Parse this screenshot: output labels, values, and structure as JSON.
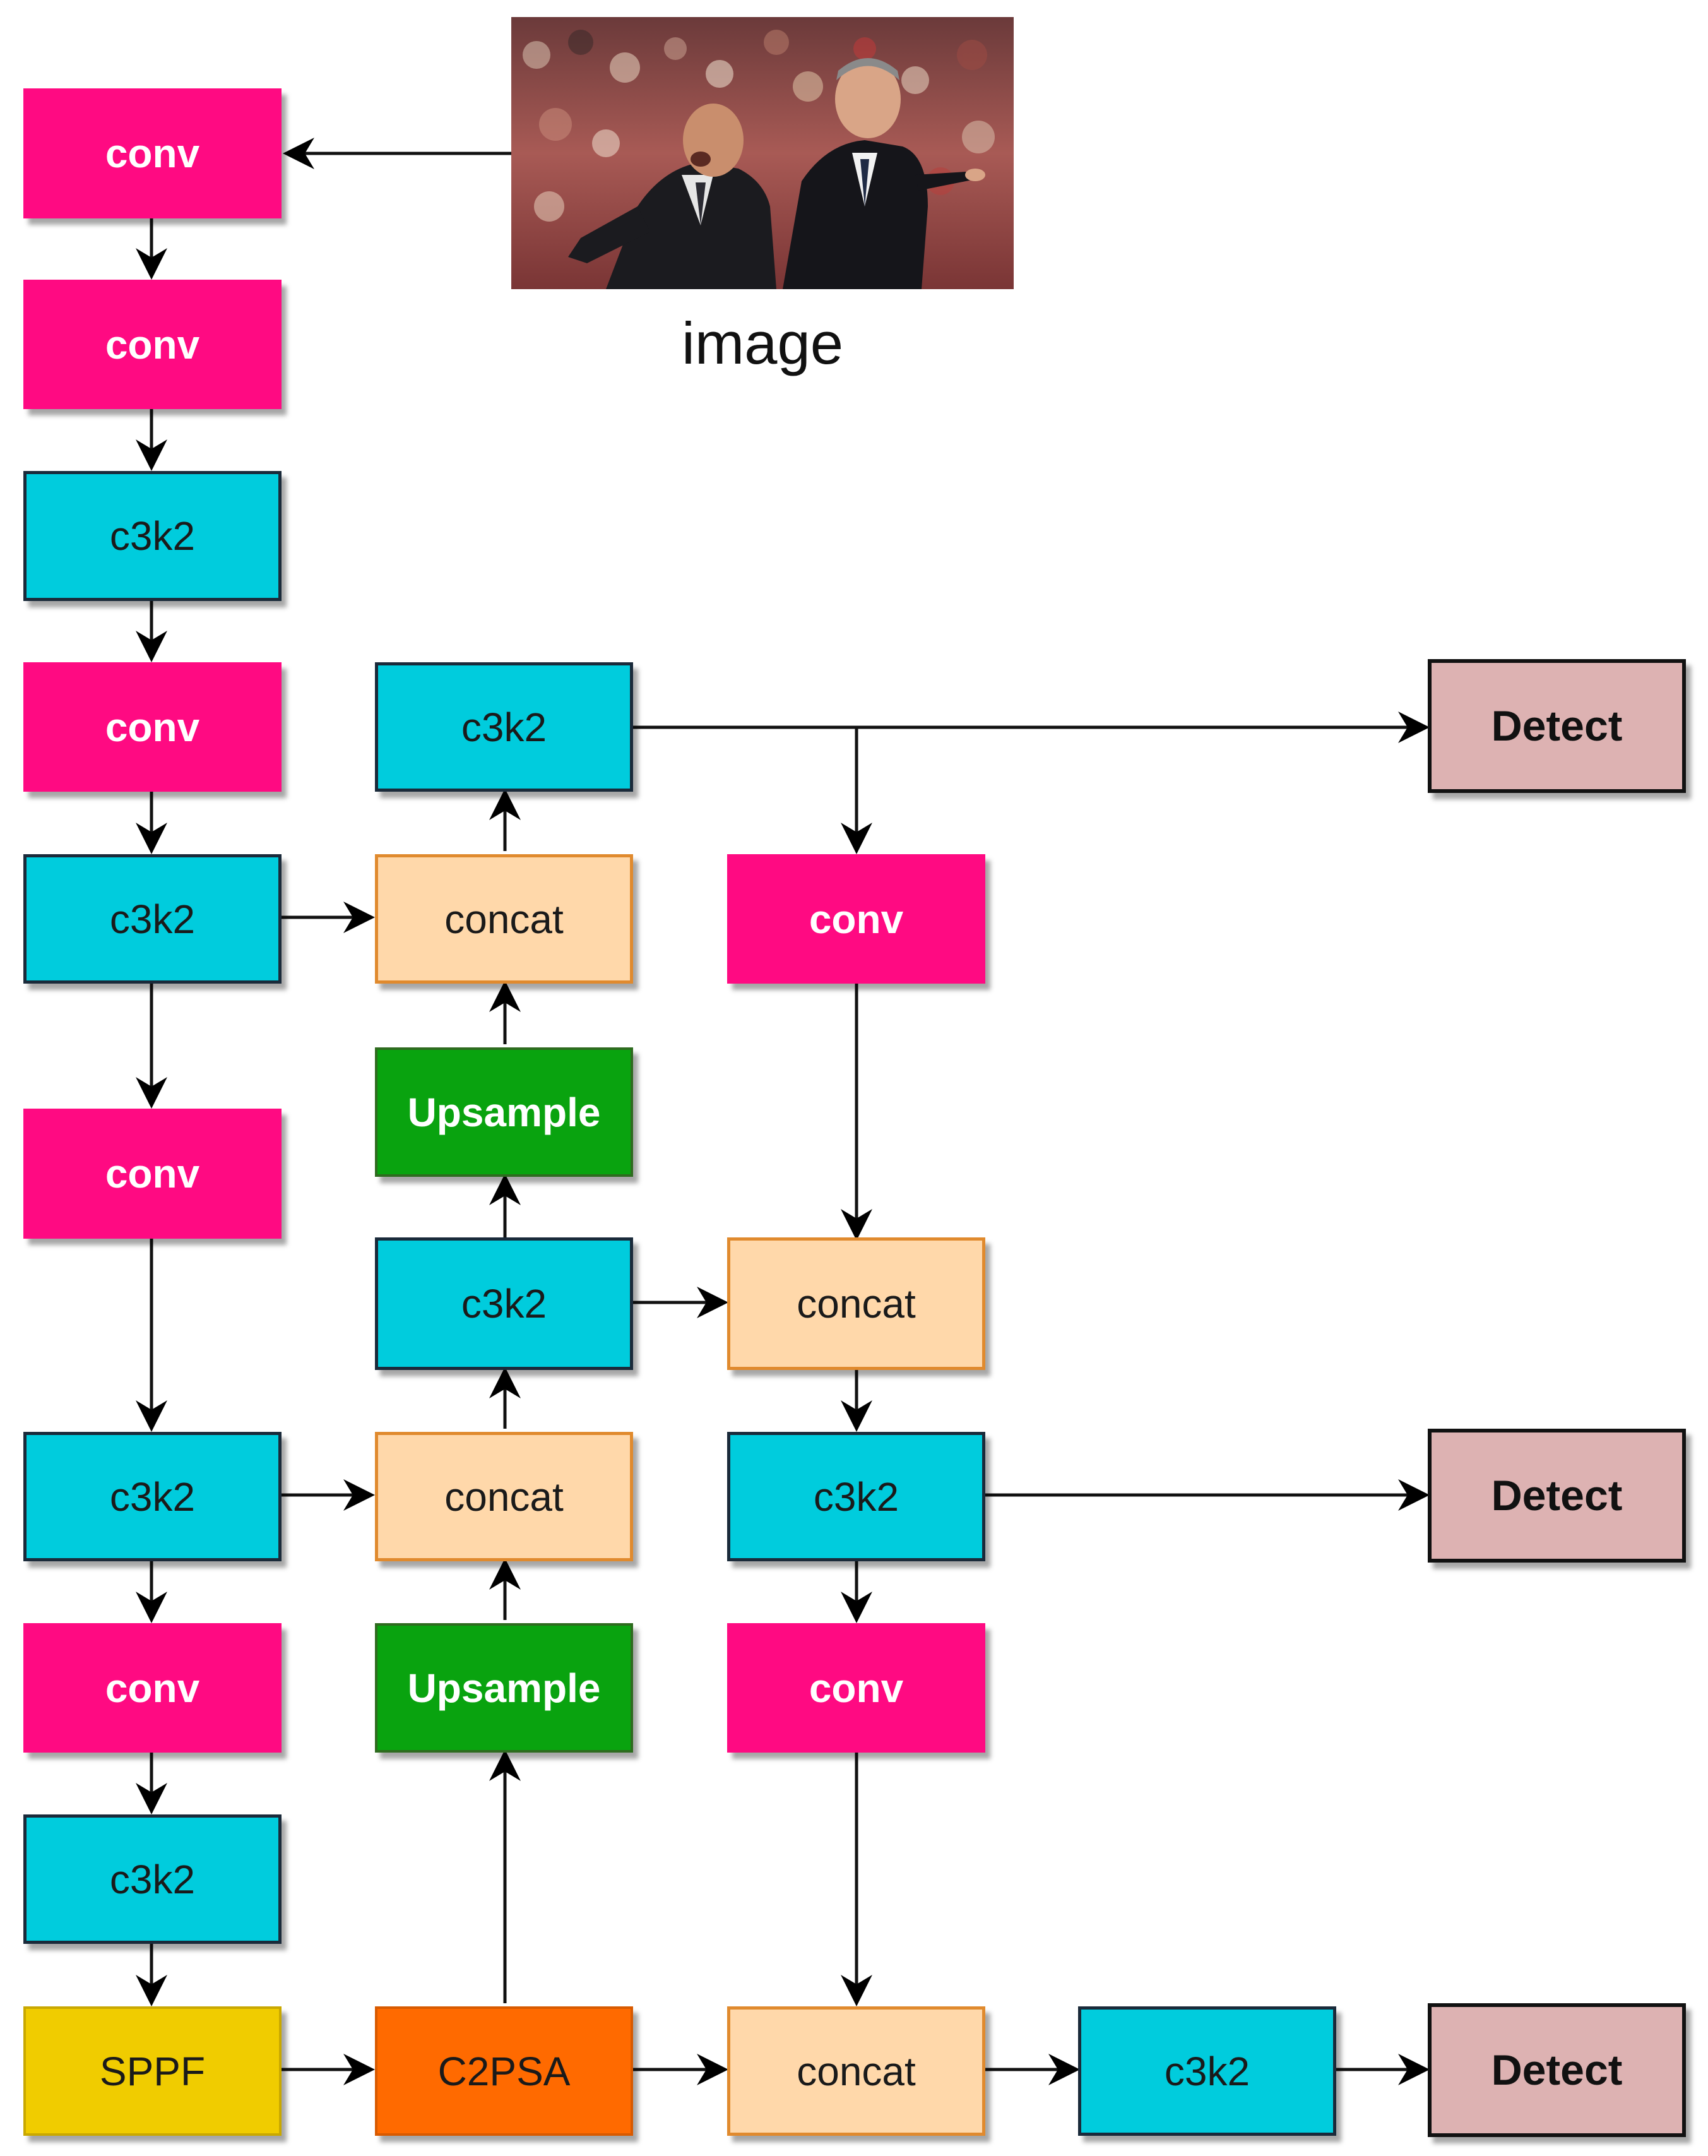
{
  "image_caption": "image",
  "nodes": {
    "b1": "conv",
    "b2": "conv",
    "b3": "c3k2",
    "b4": "conv",
    "b5": "c3k2",
    "b6": "conv",
    "b7": "c3k2",
    "b8": "conv",
    "b9": "c3k2",
    "sppf": "SPPF",
    "c2psa": "C2PSA",
    "h_c3k2_top": "c3k2",
    "h_concat_1": "concat",
    "h_up_1": "Upsample",
    "h_c3k2_mid": "c3k2",
    "h_concat_2": "concat",
    "h_up_2": "Upsample",
    "p_conv_1": "conv",
    "p_concat_1": "concat",
    "p_c3k2": "c3k2",
    "p_conv_2": "conv",
    "p_concat_2": "concat",
    "p_c3k2_last": "c3k2",
    "detect_1": "Detect",
    "detect_2": "Detect",
    "detect_3": "Detect"
  },
  "colors": {
    "conv": "#ff0a82",
    "c3k2": "#00ccdd",
    "concat": "#ffd8aa",
    "upsample": "#09a30f",
    "sppf": "#f0cc00",
    "c2psa": "#ff6a00",
    "detect": "#ddb2b2"
  }
}
